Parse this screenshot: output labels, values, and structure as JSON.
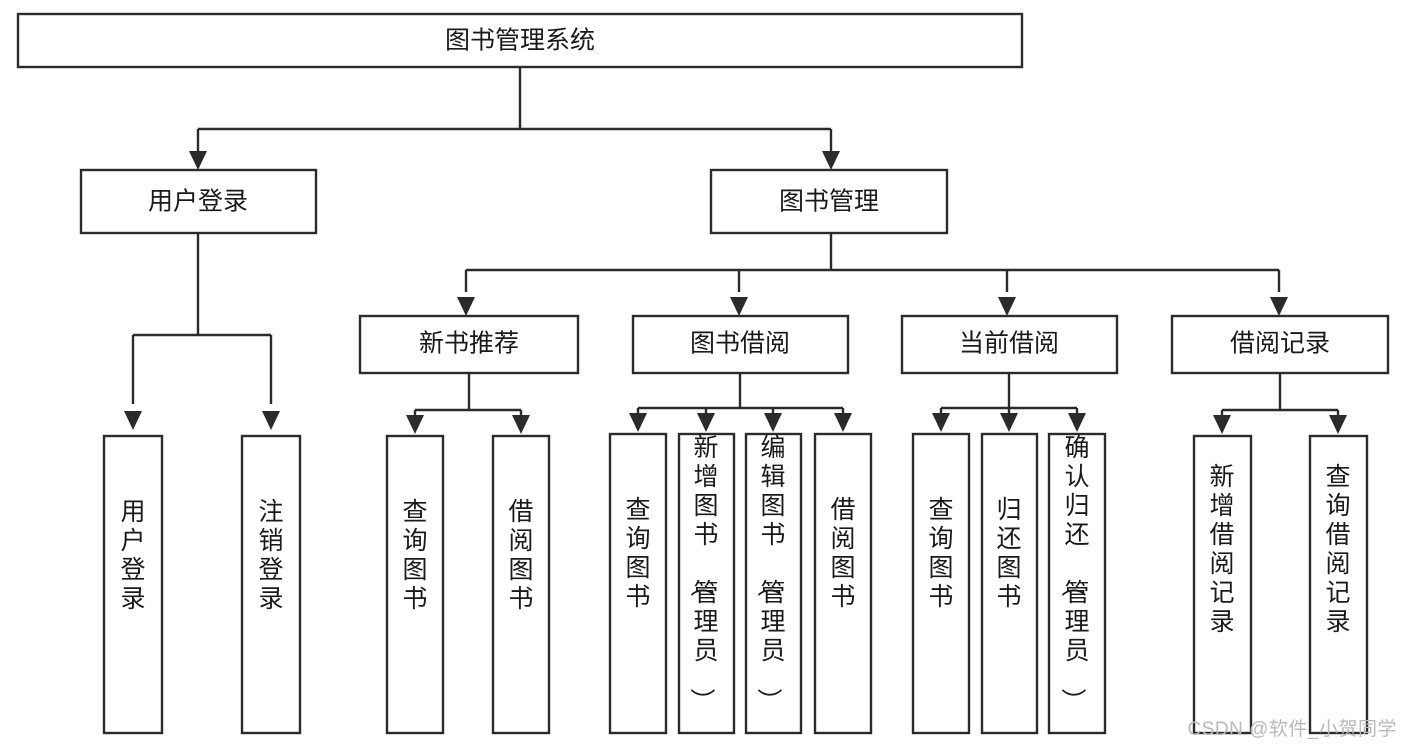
{
  "diagram": {
    "type": "tree-hierarchy",
    "title": "图书管理系统",
    "watermark": "CSDN @软件_小贺同学",
    "colors": {
      "box_fill": "#ffffff",
      "box_stroke": "#2b2b2b",
      "text": "#1a1a1a",
      "watermark": "#b9b9b9",
      "background": "#ffffff"
    },
    "root": {
      "label": "图书管理系统",
      "orientation": "horizontal"
    },
    "level2": [
      {
        "label": "用户登录",
        "orientation": "horizontal"
      },
      {
        "label": "图书管理",
        "orientation": "horizontal"
      }
    ],
    "level3": [
      {
        "label": "新书推荐",
        "orientation": "horizontal",
        "parent": "图书管理"
      },
      {
        "label": "图书借阅",
        "orientation": "horizontal",
        "parent": "图书管理"
      },
      {
        "label": "当前借阅",
        "orientation": "horizontal",
        "parent": "图书管理"
      },
      {
        "label": "借阅记录",
        "orientation": "horizontal",
        "parent": "图书管理"
      }
    ],
    "leaves": {
      "用户登录": [
        {
          "label": "用户登录",
          "orientation": "vertical"
        },
        {
          "label": "注销登录",
          "orientation": "vertical"
        }
      ],
      "新书推荐": [
        {
          "label": "查询图书",
          "orientation": "vertical"
        },
        {
          "label": "借阅图书",
          "orientation": "vertical"
        }
      ],
      "图书借阅": [
        {
          "label": "查询图书",
          "orientation": "vertical"
        },
        {
          "label": "新增图书（管理员）",
          "orientation": "vertical"
        },
        {
          "label": "编辑图书（管理员）",
          "orientation": "vertical"
        },
        {
          "label": "借阅图书",
          "orientation": "vertical"
        }
      ],
      "当前借阅": [
        {
          "label": "查询图书",
          "orientation": "vertical"
        },
        {
          "label": "归还图书",
          "orientation": "vertical"
        },
        {
          "label": "确认归还（管理员）",
          "orientation": "vertical"
        }
      ],
      "借阅记录": [
        {
          "label": "新增借阅记录",
          "orientation": "vertical"
        },
        {
          "label": "查询借阅记录",
          "orientation": "vertical"
        }
      ]
    }
  }
}
